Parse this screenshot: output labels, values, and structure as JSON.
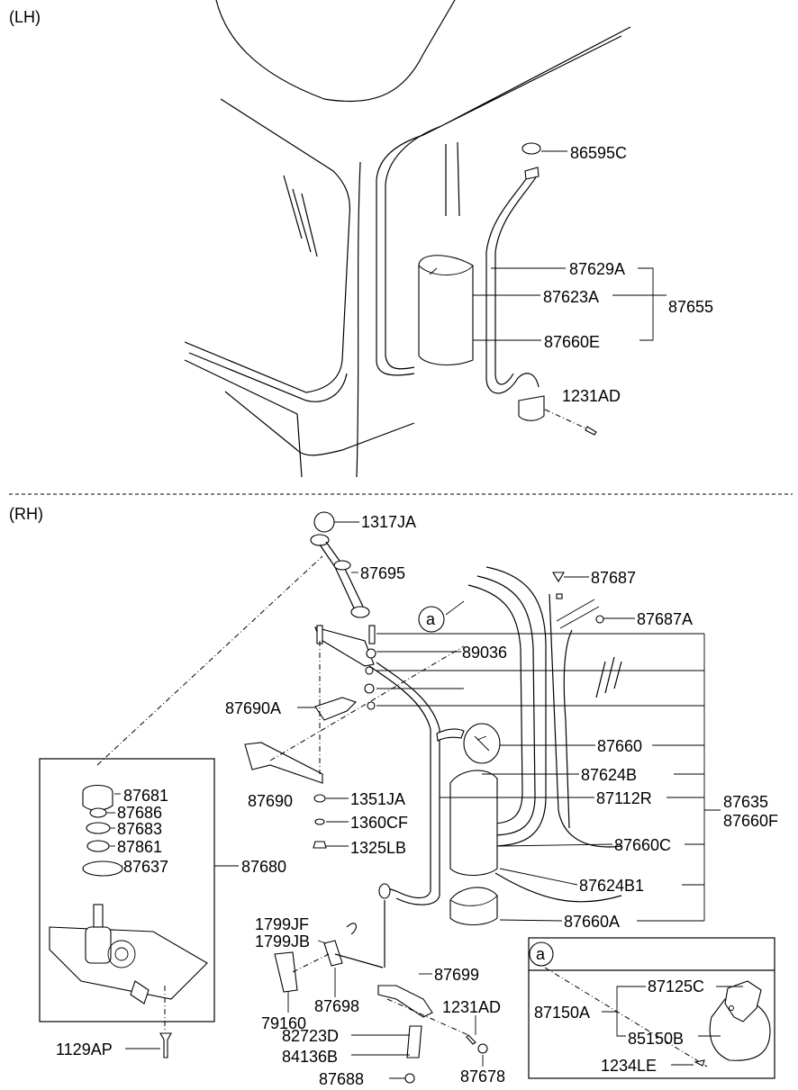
{
  "sections": {
    "lh": "(LH)",
    "rh": "(RH)"
  },
  "callout": {
    "a": "a",
    "detail_a": "a"
  },
  "lh_parts": {
    "p86595C": "86595C",
    "p87629A": "87629A",
    "p87623A": "87623A",
    "p87655": "87655",
    "p87660E": "87660E",
    "p1231AD": "1231AD"
  },
  "rh_parts": {
    "p1317JA": "1317JA",
    "p87695": "87695",
    "p87687": "87687",
    "p87687A": "87687A",
    "p89036": "89036",
    "p87690A": "87690A",
    "p87660": "87660",
    "p87624B": "87624B",
    "p87690": "87690",
    "p1351JA": "1351JA",
    "p87112R": "87112R",
    "p87635": "87635",
    "p87660F": "87660F",
    "p1360CF": "1360CF",
    "p1325LB": "1325LB",
    "p87660C": "87660C",
    "p87681": "87681",
    "p87686": "87686",
    "p87683": "87683",
    "p87861": "87861",
    "p87637": "87637",
    "p87680": "87680",
    "p87624B1": "87624B1",
    "p1799JF": "1799JF",
    "p1799JB": "1799JB",
    "p87660A": "87660A",
    "p87699": "87699",
    "p79160": "79160",
    "p87698": "87698",
    "p1231AD": "1231AD",
    "p82723D": "82723D",
    "p1129AP": "1129AP",
    "p84136B": "84136B",
    "p87678": "87678",
    "p87688": "87688"
  },
  "detail_a_parts": {
    "p87125C": "87125C",
    "p87150A": "87150A",
    "p85150B": "85150B",
    "p1234LE": "1234LE"
  }
}
